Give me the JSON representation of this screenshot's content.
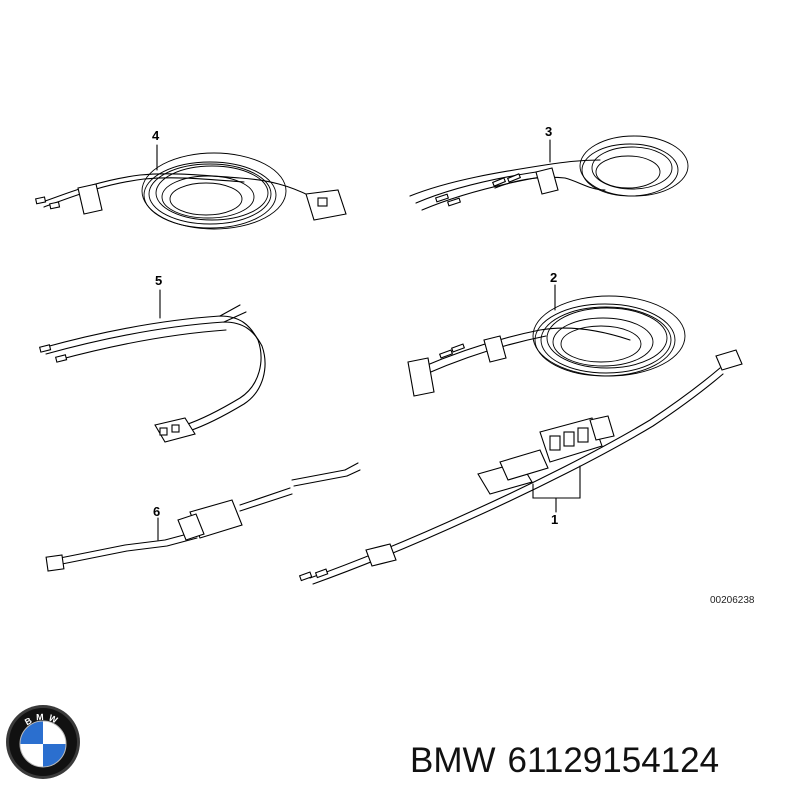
{
  "diagram": {
    "callouts": [
      "1",
      "2",
      "3",
      "4",
      "5",
      "6"
    ],
    "reference_code": "00206238"
  },
  "logo": {
    "letters": "BMW"
  },
  "caption": {
    "brand": "BMW",
    "part_number": "61129154124"
  }
}
